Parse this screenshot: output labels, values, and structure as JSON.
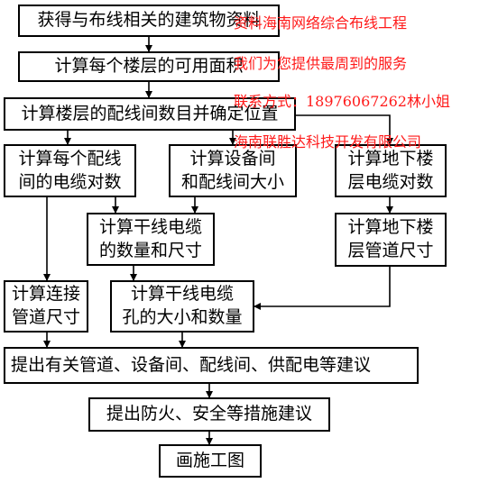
{
  "flowchart": {
    "steps": {
      "s1": "获得与布线相关的建筑物资料",
      "s2": "计算每个楼层的可用面积",
      "s3": "计算楼层的配线间数目并确定位置",
      "s4": "计算每个配线\n间的电缆对数",
      "s5": "计算设备间\n和配线间大小",
      "s6": "计算地下楼\n层电缆对数",
      "s7": "计算干线电缆\n的数量和尺寸",
      "s8": "计算地下楼\n层管道尺寸",
      "s9": "计算连接\n管道尺寸",
      "s10": "计算干线电缆\n孔的大小和数量",
      "s11": "提出有关管道、设备间、配线间、供配电等建议",
      "s12": "提出防火、安全等措施建议",
      "s13": "画施工图"
    }
  },
  "watermark": {
    "line1": "资料海南网络综合布线工程",
    "line2": "我们为您提供最周到的服务",
    "line3": "联系方式：18976067262林小姐",
    "line4": "海南联胜达科技开发有限公司",
    "color": "#ff1a1a"
  }
}
